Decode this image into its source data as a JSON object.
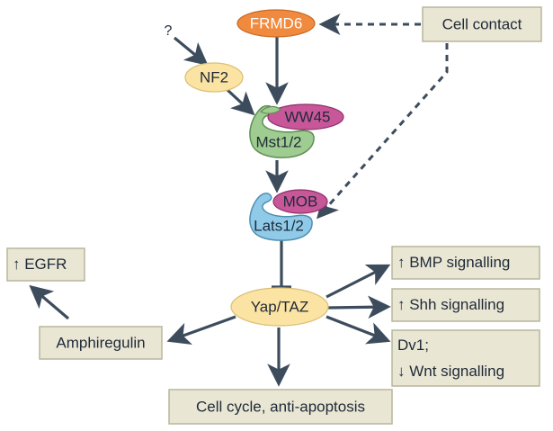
{
  "diagram": {
    "nodes": {
      "frmd6": "FRMD6",
      "cell_contact": "Cell contact",
      "question": "?",
      "nf2": "NF2",
      "ww45": "WW45",
      "mst": "Mst1/2",
      "mob": "MOB",
      "lats": "Lats1/2",
      "yap_taz": "Yap/TAZ",
      "egfr": "↑ EGFR",
      "amphiregulin": "Amphiregulin",
      "bmp": "↑ BMP signalling",
      "shh": "↑ Shh signalling",
      "dv1_line1": "Dv1;",
      "dv1_line2": "↓ Wnt signalling",
      "cell_cycle": "Cell cycle, anti-apoptosis"
    },
    "colors": {
      "arrow": "#3d4c5c",
      "box_fill": "#e9e6d4",
      "box_stroke": "#b9b59c",
      "frmd6": "#f08a3e",
      "nf2": "#fbe3a3",
      "yap": "#fbe3a3",
      "mst": "#9fcc90",
      "ww45": "#c8579a",
      "lats": "#8fcbe8",
      "mob": "#c8579a"
    }
  }
}
